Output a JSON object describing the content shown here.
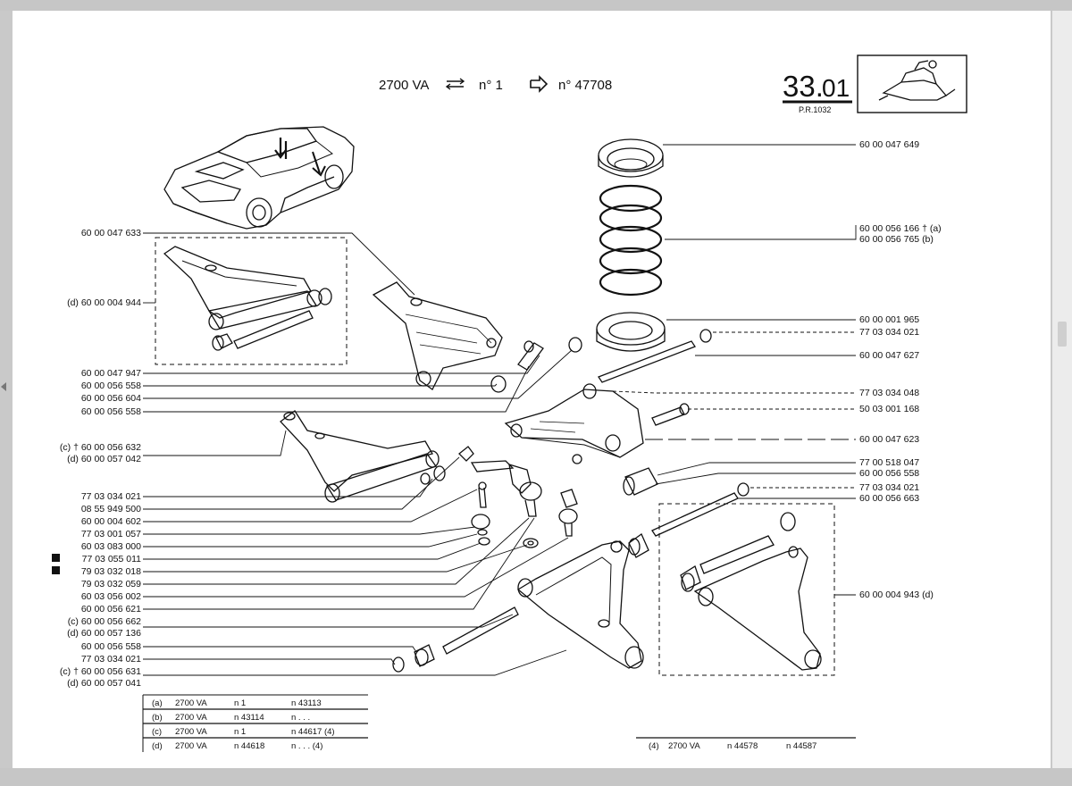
{
  "header": {
    "model": "2700 VA",
    "range": "n° 1",
    "to": "n° 47708",
    "sheet_major": "33.",
    "sheet_minor": "01",
    "pr_code": "P.R.1032"
  },
  "left_labels": [
    {
      "text": "60 00 047 633"
    },
    {
      "text": "(d) 60 00 004 944"
    },
    {
      "text": "60 00 047 947"
    },
    {
      "text": "60 00 056 558"
    },
    {
      "text": "60 00 056 604"
    },
    {
      "text": "60 00 056 558"
    },
    {
      "text": "(c) † 60 00 056 632"
    },
    {
      "text": "(d) 60 00 057 042"
    },
    {
      "text": "77 03 034 021"
    },
    {
      "text": "08 55 949 500"
    },
    {
      "text": "60 00 004 602"
    },
    {
      "text": "77 03 001 057"
    },
    {
      "text": "60 03 083 000"
    },
    {
      "text": "77 03 055 011",
      "boxed": true
    },
    {
      "text": "79 03 032 018",
      "boxed": true
    },
    {
      "text": "79 03 032 059"
    },
    {
      "text": "60 03 056 002"
    },
    {
      "text": "60 00 056 621"
    },
    {
      "text": "(c) 60 00 056 662"
    },
    {
      "text": "(d) 60 00 057 136"
    },
    {
      "text": "60 00 056 558"
    },
    {
      "text": "77 03 034 021"
    },
    {
      "text": "(c) † 60 00 056 631"
    },
    {
      "text": "(d) 60 00 057 041"
    }
  ],
  "right_labels": [
    {
      "text": "60 00 047 649"
    },
    {
      "text": "60 00 056 166 † (a)"
    },
    {
      "text": "60 00 056 765  (b)"
    },
    {
      "text": "60 00 001 965"
    },
    {
      "text": "77 03 034 021"
    },
    {
      "text": "60 00 047 627"
    },
    {
      "text": "77 03 034 048"
    },
    {
      "text": "50 03 001 168"
    },
    {
      "text": "60 00 047 623"
    },
    {
      "text": "77 00 518 047"
    },
    {
      "text": "60 00 056 558"
    },
    {
      "text": "77 03 034 021"
    },
    {
      "text": "60 00 056 663"
    },
    {
      "text": "60 00 004 943 (d)"
    }
  ],
  "legend_rows": [
    {
      "key": "(a)",
      "model": "2700 VA",
      "from": "n 1",
      "to": "n 43113"
    },
    {
      "key": "(b)",
      "model": "2700 VA",
      "from": "n 43114",
      "to": "n . . ."
    },
    {
      "key": "(c)",
      "model": "2700 VA",
      "from": "n 1",
      "to": "n 44617 (4)"
    },
    {
      "key": "(d)",
      "model": "2700 VA",
      "from": "n 44618",
      "to": "n . . . (4)"
    }
  ],
  "footnote": {
    "key": "(4)",
    "model": "2700 VA",
    "from": "n 44578",
    "to": "n 44587"
  }
}
